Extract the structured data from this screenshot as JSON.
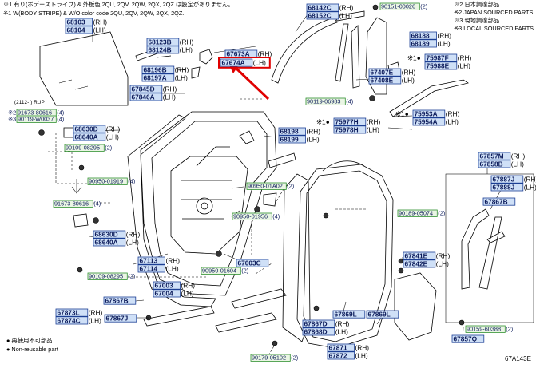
{
  "header_notes": [
    "※1 有り(ボデーストライプ) & 外板色 2QU, 2QV, 2QW, 2QX, 2QZ は設定がありません。",
    "※1 W(BODY STRIPE) & W/O color code 2QU, 2QV, 2QW, 2QX, 2QZ."
  ],
  "legend_notes": [
    "※2 日本調達部品",
    "※2 JAPAN SOURCED PARTS",
    "※3 現地調達部品",
    "※3 LOCAL SOURCED PARTS"
  ],
  "footer_notes": [
    "● 再使用不可部品",
    "● Non-reusable part"
  ],
  "diagram_code": "67A143E",
  "bracket_label": "(2112-        ) RUP",
  "part_labels": [
    {
      "id": "p68103",
      "numbers": [
        "68103",
        "68104"
      ],
      "sides": [
        "(RH)",
        "(LH)"
      ]
    },
    {
      "id": "p68123",
      "numbers": [
        "68123B",
        "68124B"
      ],
      "sides": [
        "(RH)",
        "(LH)"
      ]
    },
    {
      "id": "p67673",
      "numbers": [
        "67673A"
      ],
      "sides": [
        "(RH)"
      ]
    },
    {
      "id": "p67674",
      "numbers": [
        "67674A"
      ],
      "sides": [
        "(LH)"
      ],
      "highlight": true
    },
    {
      "id": "p68142",
      "numbers": [
        "68142C",
        "68152C"
      ],
      "sides": [
        "(RH)",
        "(LH)"
      ]
    },
    {
      "id": "p68188",
      "numbers": [
        "68188",
        "68189"
      ],
      "sides": [
        "(RH)",
        "(LH)"
      ]
    },
    {
      "id": "p75987",
      "numbers": [
        "75987F",
        "75988E"
      ],
      "sides": [
        "(RH)",
        "(LH)"
      ],
      "prefix": "※1●"
    },
    {
      "id": "p67407",
      "numbers": [
        "67407E",
        "67408E"
      ],
      "sides": [
        "(RH)",
        "(LH)"
      ]
    },
    {
      "id": "p68196",
      "numbers": [
        "68196B",
        "68197A"
      ],
      "sides": [
        "(RH)",
        "(LH)"
      ]
    },
    {
      "id": "p67845",
      "numbers": [
        "67845D",
        "67846A"
      ],
      "sides": [
        "(RH)",
        "(LH)"
      ]
    },
    {
      "id": "p75953",
      "numbers": [
        "75953A",
        "75954A"
      ],
      "sides": [
        "(RH)",
        "(LH)"
      ],
      "prefix": "※1●"
    },
    {
      "id": "p75977",
      "numbers": [
        "75977H",
        "75978H"
      ],
      "sides": [
        "(RH)",
        "(LH)"
      ],
      "prefix": "※1●"
    },
    {
      "id": "p68630",
      "numbers": [
        "68630D",
        "68640A"
      ],
      "sides": [
        "(RH)",
        "(LH)"
      ]
    },
    {
      "id": "p68198",
      "numbers": [
        "68198",
        "68199"
      ],
      "sides": [
        "(RH)",
        "(LH)"
      ]
    },
    {
      "id": "p67857",
      "numbers": [
        "67857M",
        "67858B"
      ],
      "sides": [
        "(RH)",
        "(LH)"
      ]
    },
    {
      "id": "p67887",
      "numbers": [
        "67887J",
        "67888J"
      ],
      "sides": [
        "(RH)",
        "(LH)"
      ]
    },
    {
      "id": "p67867b",
      "numbers": [
        "67867B"
      ],
      "sides": [
        ""
      ]
    },
    {
      "id": "p68630b",
      "numbers": [
        "68630D",
        "68640A"
      ],
      "sides": [
        "(RH)",
        "(LH)"
      ]
    },
    {
      "id": "p67841",
      "numbers": [
        "67841E",
        "67842E"
      ],
      "sides": [
        "(RH)",
        "(LH)"
      ]
    },
    {
      "id": "p67113",
      "numbers": [
        "67113",
        "67114"
      ],
      "sides": [
        "(RH)",
        "(LH)"
      ]
    },
    {
      "id": "p67003c",
      "numbers": [
        "67003C"
      ],
      "sides": [
        ""
      ]
    },
    {
      "id": "p67003",
      "numbers": [
        "67003",
        "67004"
      ],
      "sides": [
        "(RH)",
        "(LH)"
      ]
    },
    {
      "id": "p67867a",
      "numbers": [
        "67867B"
      ],
      "sides": [
        ""
      ]
    },
    {
      "id": "p67869l1",
      "numbers": [
        "67869L"
      ],
      "sides": [
        ""
      ]
    },
    {
      "id": "p67869l2",
      "numbers": [
        "67869L"
      ],
      "sides": [
        ""
      ]
    },
    {
      "id": "p67873",
      "numbers": [
        "67873L",
        "67874C"
      ],
      "sides": [
        "(RH)",
        "(LH)"
      ]
    },
    {
      "id": "p67867j",
      "numbers": [
        "67867J"
      ],
      "sides": [
        ""
      ]
    },
    {
      "id": "p67867d",
      "numbers": [
        "67867D",
        "67868D"
      ],
      "sides": [
        "(RH)",
        "(LH)"
      ]
    },
    {
      "id": "p67871",
      "numbers": [
        "67871",
        "67872"
      ],
      "sides": [
        "(RH)",
        "(LH)"
      ]
    },
    {
      "id": "p67857q",
      "numbers": [
        "67857Q"
      ],
      "sides": [
        ""
      ]
    }
  ],
  "fastener_labels": [
    {
      "id": "f90151",
      "text": "90151-00026",
      "qty": "(2)"
    },
    {
      "id": "f90119a",
      "text": "90119-06983",
      "qty": "(4)"
    },
    {
      "id": "f91673a",
      "text": "91673-80616",
      "qty": "(4)",
      "prefix": "※2"
    },
    {
      "id": "f90119b",
      "text": "90119-W0037",
      "qty": "(4)",
      "prefix": "※3"
    },
    {
      "id": "f90109a",
      "text": "90109-08295",
      "qty": "(2)"
    },
    {
      "id": "f90950a",
      "text": "90950-01919",
      "qty": "(4)"
    },
    {
      "id": "f90950b",
      "text": "90950-01A02",
      "qty": "(2)"
    },
    {
      "id": "f91673b",
      "text": "91673-80616",
      "qty": "(4)"
    },
    {
      "id": "f90950c",
      "text": "90950-01956",
      "qty": "(4)"
    },
    {
      "id": "f90189",
      "text": "90189-05074",
      "qty": "(2)"
    },
    {
      "id": "f90109b",
      "text": "90109-08295",
      "qty": "(2)"
    },
    {
      "id": "f90950d",
      "text": "90950-01604",
      "qty": "(2)"
    },
    {
      "id": "f90159",
      "text": "90159-60388",
      "qty": "(2)"
    },
    {
      "id": "f90179",
      "text": "90179-05102",
      "qty": "(2)"
    }
  ]
}
